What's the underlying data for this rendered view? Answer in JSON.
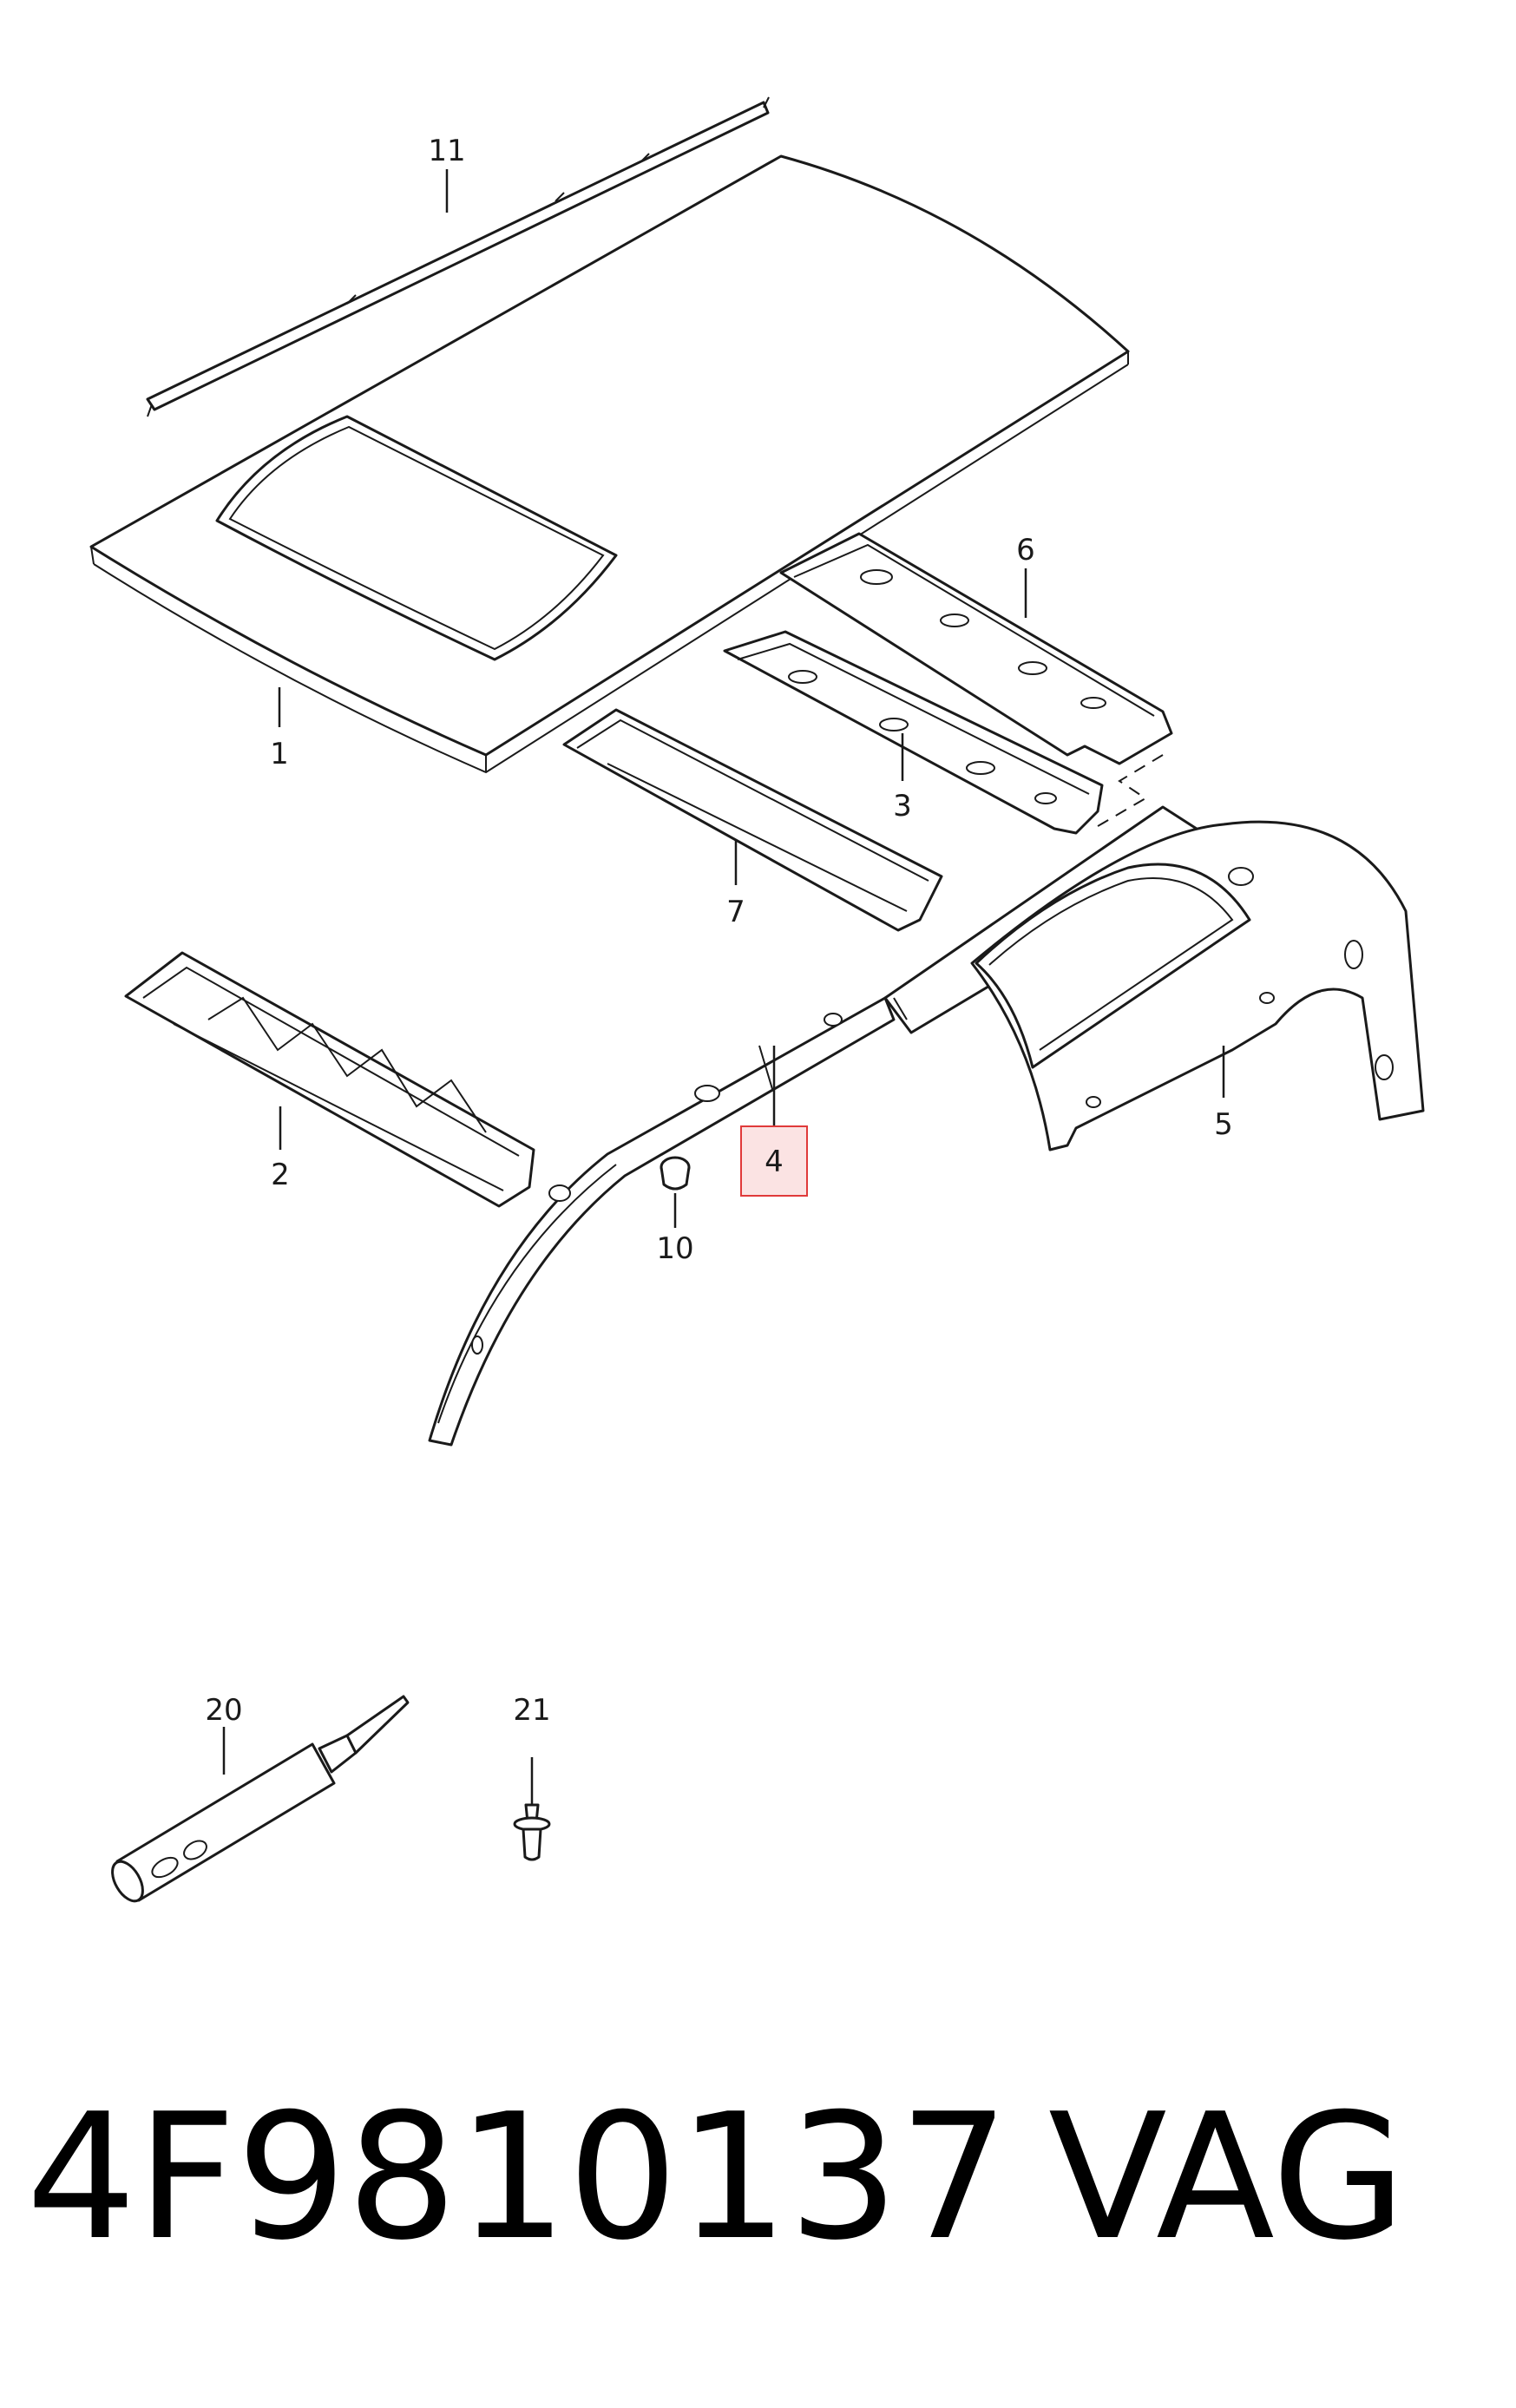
{
  "callouts": {
    "c1": "1",
    "c2": "2",
    "c3": "3",
    "c4": "4",
    "c5": "5",
    "c6": "6",
    "c7": "7",
    "c10": "10",
    "c11": "11",
    "c20": "20",
    "c21": "21"
  },
  "highlight": {
    "callout": "4",
    "border_color": "#e03a3a",
    "fill_color": "#fbe3e3"
  },
  "footer": {
    "part_number": "4F9810137",
    "brand": "VAG"
  }
}
